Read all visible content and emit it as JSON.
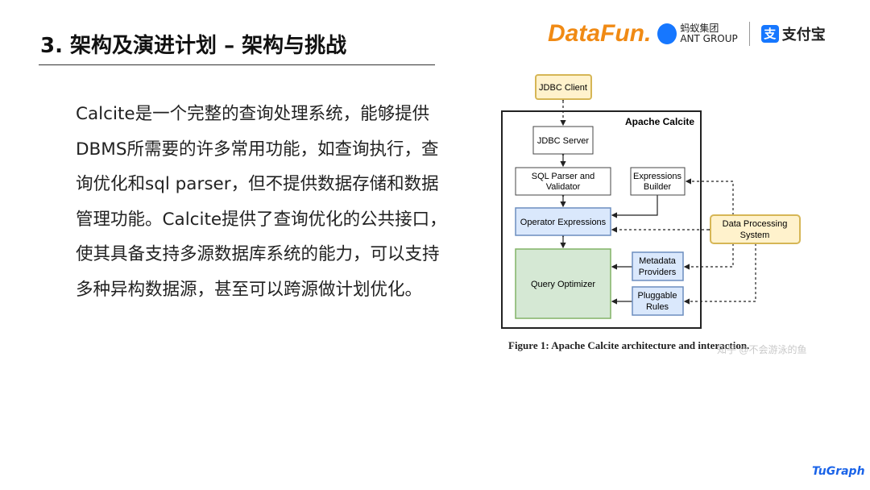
{
  "slide": {
    "title": "3. 架构及演进计划 – 架构与挑战",
    "body": "Calcite是一个完整的查询处理系统，能够提供DBMS所需要的许多常用功能，如查询执行，查询优化和sql parser，但不提供数据存储和数据管理功能。Calcite提供了查询优化的公共接口，使其具备支持多源数据库系统的能力，可以支持多种异构数据源，甚至可以跨源做计划优化。"
  },
  "logos": {
    "datafun": "DataFun.",
    "ant_cn": "蚂蚁集团",
    "ant_en": "ANT GROUP",
    "alipay_icon": "支",
    "alipay": "支付宝",
    "tugraph": "TuGraph"
  },
  "diagram": {
    "jdbc_client": "JDBC Client",
    "container": "Apache Calcite",
    "jdbc_server": "JDBC Server",
    "sql_parser_1": "SQL Parser and",
    "sql_parser_2": "Validator",
    "expr_builder_1": "Expressions",
    "expr_builder_2": "Builder",
    "operator_expr": "Operator Expressions",
    "query_optimizer": "Query Optimizer",
    "metadata_1": "Metadata",
    "metadata_2": "Providers",
    "pluggable_1": "Pluggable",
    "pluggable_2": "Rules",
    "dps_1": "Data Processing",
    "dps_2": "System",
    "caption": "Figure 1: Apache Calcite architecture and interaction.",
    "watermark": "知乎 @不会游泳的鱼"
  },
  "colors": {
    "yellow_fill": "#fff2cc",
    "yellow_stroke": "#d6b656",
    "blue_fill": "#dae8fc",
    "blue_stroke": "#6c8ebf",
    "green_fill": "#d5e8d4",
    "green_stroke": "#82b366"
  }
}
